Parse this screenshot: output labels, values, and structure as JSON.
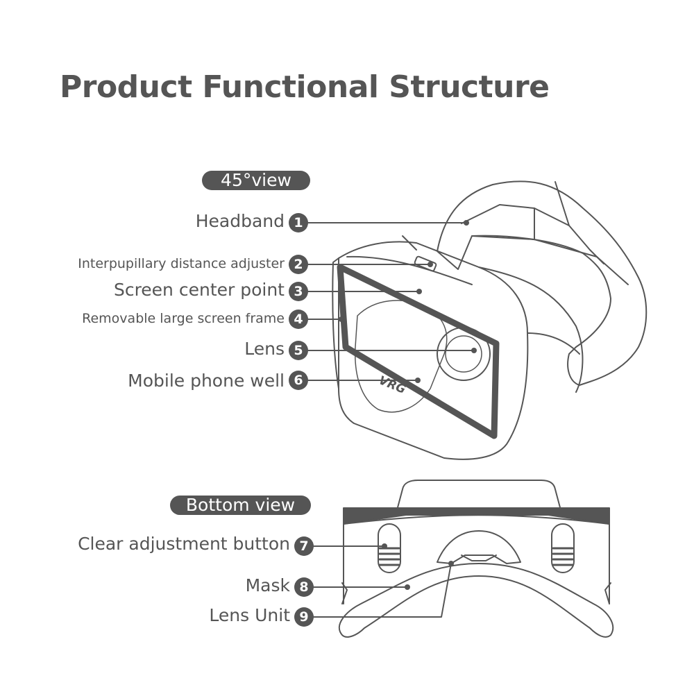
{
  "title": "Product Functional Structure",
  "views": {
    "top": "45°view",
    "bottom": "Bottom view"
  },
  "callouts": [
    {
      "number": "1",
      "label": "Headband"
    },
    {
      "number": "2",
      "label": "Interpupillary distance adjuster"
    },
    {
      "number": "3",
      "label": "Screen center point"
    },
    {
      "number": "4",
      "label": "Removable large screen frame"
    },
    {
      "number": "5",
      "label": "Lens"
    },
    {
      "number": "6",
      "label": "Mobile phone well"
    },
    {
      "number": "7",
      "label": "Clear adjustment button"
    },
    {
      "number": "8",
      "label": "Mask"
    },
    {
      "number": "9",
      "label": "Lens Unit"
    }
  ],
  "logo_text": "VRG",
  "colors": {
    "ink": "#555555",
    "background": "#ffffff"
  }
}
